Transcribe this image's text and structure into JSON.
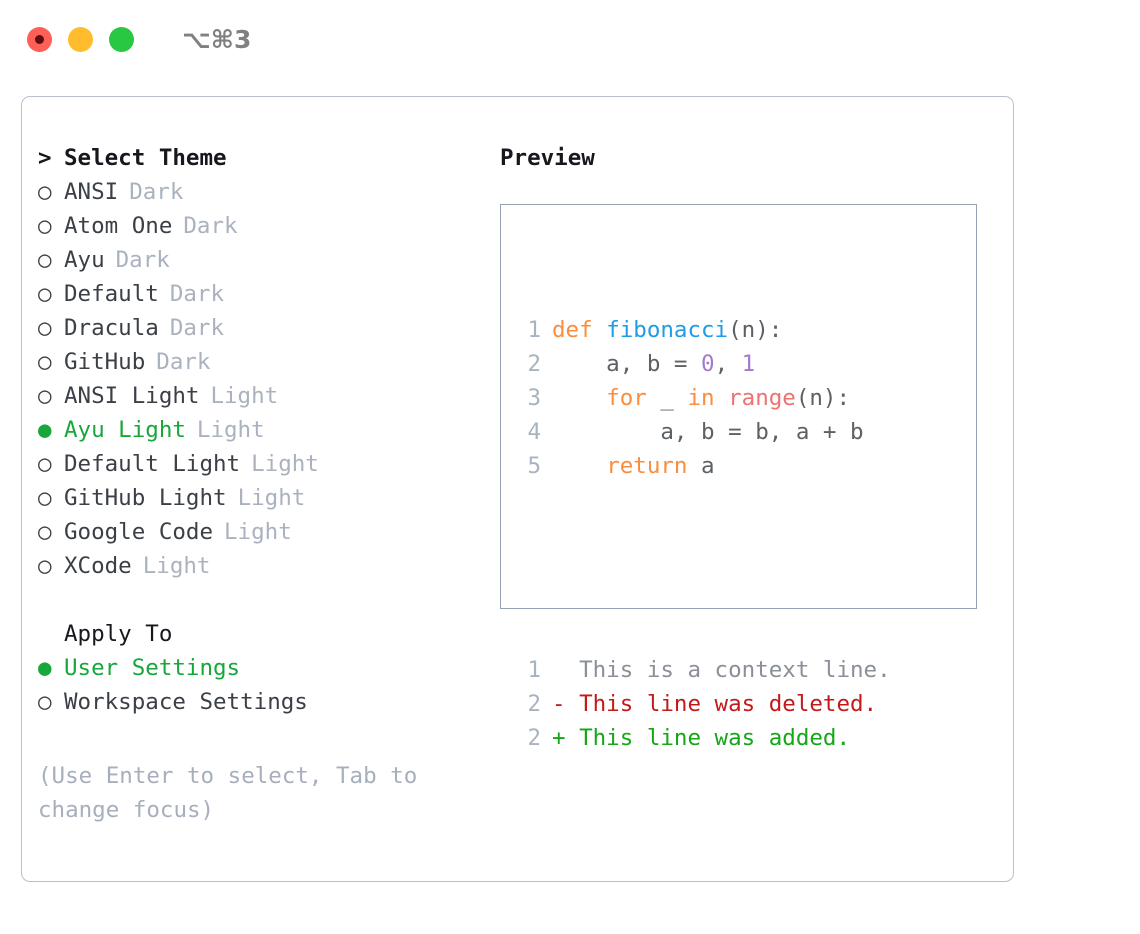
{
  "window": {
    "shortcut": "⌥⌘3",
    "traffic_lights": [
      {
        "name": "close",
        "color": "#ff5f57"
      },
      {
        "name": "minimize",
        "color": "#ffbd2e"
      },
      {
        "name": "maximize",
        "color": "#28c840"
      }
    ]
  },
  "colors": {
    "selected_green": "#17a73a",
    "muted": "#aab2bf",
    "hint": "#a7afbd",
    "border": "#b9c0cc",
    "code_border": "#97a3b4",
    "keyword": "#fa8d3e",
    "function": "#1e9ce8",
    "number": "#a37acc",
    "builtin": "#f07171",
    "punctuation": "#5c6166",
    "diff_context": "#8a8f98",
    "diff_deleted": "#c21a1a",
    "diff_added": "#16a616"
  },
  "theme_section": {
    "header_marker": ">",
    "header": "Select Theme",
    "marker_unselected": "○",
    "marker_selected": "●",
    "items": [
      {
        "name": "ANSI",
        "badge": "Dark",
        "selected": false
      },
      {
        "name": "Atom One",
        "badge": "Dark",
        "selected": false
      },
      {
        "name": "Ayu",
        "badge": "Dark",
        "selected": false
      },
      {
        "name": "Default",
        "badge": "Dark",
        "selected": false
      },
      {
        "name": "Dracula",
        "badge": "Dark",
        "selected": false
      },
      {
        "name": "GitHub",
        "badge": "Dark",
        "selected": false
      },
      {
        "name": "ANSI Light",
        "badge": "Light",
        "selected": false
      },
      {
        "name": "Ayu Light",
        "badge": "Light",
        "selected": true
      },
      {
        "name": "Default Light",
        "badge": "Light",
        "selected": false
      },
      {
        "name": "GitHub Light",
        "badge": "Light",
        "selected": false
      },
      {
        "name": "Google Code",
        "badge": "Light",
        "selected": false
      },
      {
        "name": "XCode",
        "badge": "Light",
        "selected": false
      }
    ]
  },
  "apply_to_section": {
    "header": "Apply To",
    "items": [
      {
        "name": "User Settings",
        "selected": true
      },
      {
        "name": "Workspace Settings",
        "selected": false
      }
    ]
  },
  "hint": {
    "line1": "(Use Enter to select, Tab to",
    "line2": "change focus)"
  },
  "preview": {
    "title": "Preview",
    "code_lines": [
      {
        "number": "1",
        "tokens": [
          {
            "text": "def ",
            "type": "keyword"
          },
          {
            "text": "fibonacci",
            "type": "function"
          },
          {
            "text": "(n):",
            "type": "punctuation"
          }
        ]
      },
      {
        "number": "2",
        "tokens": [
          {
            "text": "    a, b = ",
            "type": "var"
          },
          {
            "text": "0",
            "type": "number"
          },
          {
            "text": ", ",
            "type": "punctuation"
          },
          {
            "text": "1",
            "type": "number"
          }
        ]
      },
      {
        "number": "3",
        "tokens": [
          {
            "text": "    ",
            "type": "var"
          },
          {
            "text": "for",
            "type": "keyword"
          },
          {
            "text": " _ ",
            "type": "var"
          },
          {
            "text": "in",
            "type": "keyword"
          },
          {
            "text": " ",
            "type": "var"
          },
          {
            "text": "range",
            "type": "builtin"
          },
          {
            "text": "(n):",
            "type": "punctuation"
          }
        ]
      },
      {
        "number": "4",
        "tokens": [
          {
            "text": "        a, b = b, a + b",
            "type": "var"
          }
        ]
      },
      {
        "number": "5",
        "tokens": [
          {
            "text": "    ",
            "type": "var"
          },
          {
            "text": "return",
            "type": "keyword"
          },
          {
            "text": " a",
            "type": "var"
          }
        ]
      }
    ],
    "diff_lines": [
      {
        "number": "1",
        "sign": " ",
        "text": " This is a context line.",
        "type": "context"
      },
      {
        "number": "2",
        "sign": "-",
        "text": " This line was deleted.",
        "type": "deleted"
      },
      {
        "number": "2",
        "sign": "+",
        "text": " This line was added.",
        "type": "added"
      }
    ]
  }
}
